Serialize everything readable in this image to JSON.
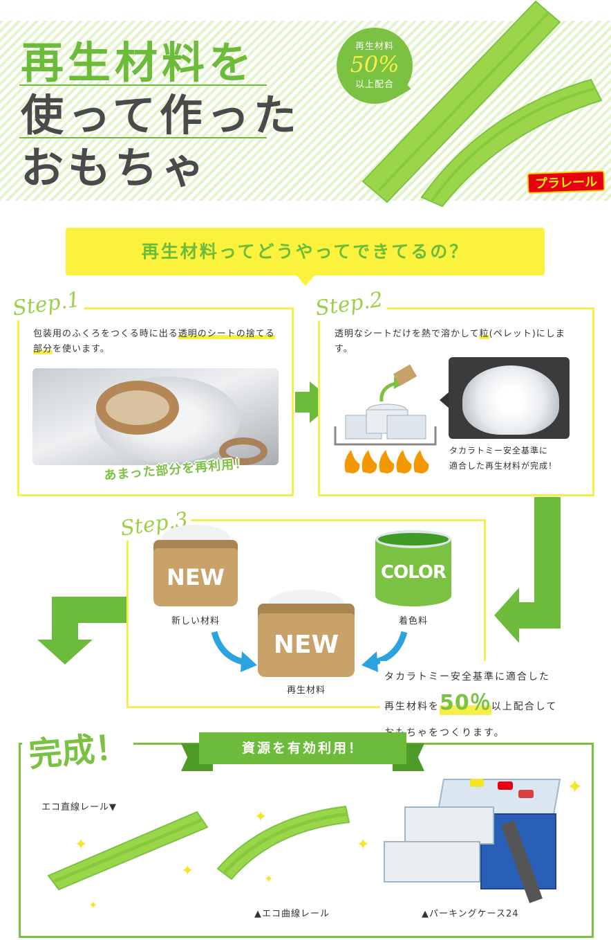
{
  "hero": {
    "title_lines": [
      "再生材料を",
      "使って作った",
      "おもちゃ"
    ],
    "badge": {
      "top": "再生材料",
      "percent": "50%",
      "bottom": "以上配合"
    },
    "brand_logo": "プラレール"
  },
  "question": "再生材料ってどうやってできてるの？",
  "steps": [
    {
      "label": "Step.1",
      "text_parts": [
        "包装用のふくろをつくる時に出る",
        "透明のシート",
        "の捨てる部分",
        "を使います。"
      ],
      "photo_caption": "あまった部分を再利用！"
    },
    {
      "label": "Step.2",
      "text_parts": [
        "透明なシートだけを熱で溶かして",
        "粒",
        "(ペレット)にします。"
      ],
      "photo_caption": "タカラトミー安全基準に適合した再生材料が完成！",
      "photo_caption_lines": [
        "タカラトミー安全基準に",
        "適合した再生材料が完成！"
      ]
    },
    {
      "label": "Step.3",
      "bag_new_label": "NEW",
      "new_material": "新しい材料",
      "color_can_label": "COLOR",
      "colorant": "着色料",
      "recycled_bag_label": "NEW",
      "recycled": "再生材料"
    }
  ],
  "summary": {
    "line1": "タカラトミー安全基準に適合した",
    "line2_pre": "再生材料を",
    "line2_num": "50％",
    "line2_post": "以上配合して",
    "line3": "おもちゃをつくります。"
  },
  "complete": {
    "title": "完成！",
    "ribbon": "資源を有効利用！",
    "products": [
      {
        "name": "エコ直線レール▼"
      },
      {
        "name": "▲エコ曲線レール"
      },
      {
        "name": "▲パーキングケース24"
      }
    ]
  },
  "colors": {
    "green": "#7cc242",
    "dark_green": "#6dbb3a",
    "yellow": "#faf23c",
    "blue": "#2aa3df",
    "kraft": "#c9a26a"
  }
}
